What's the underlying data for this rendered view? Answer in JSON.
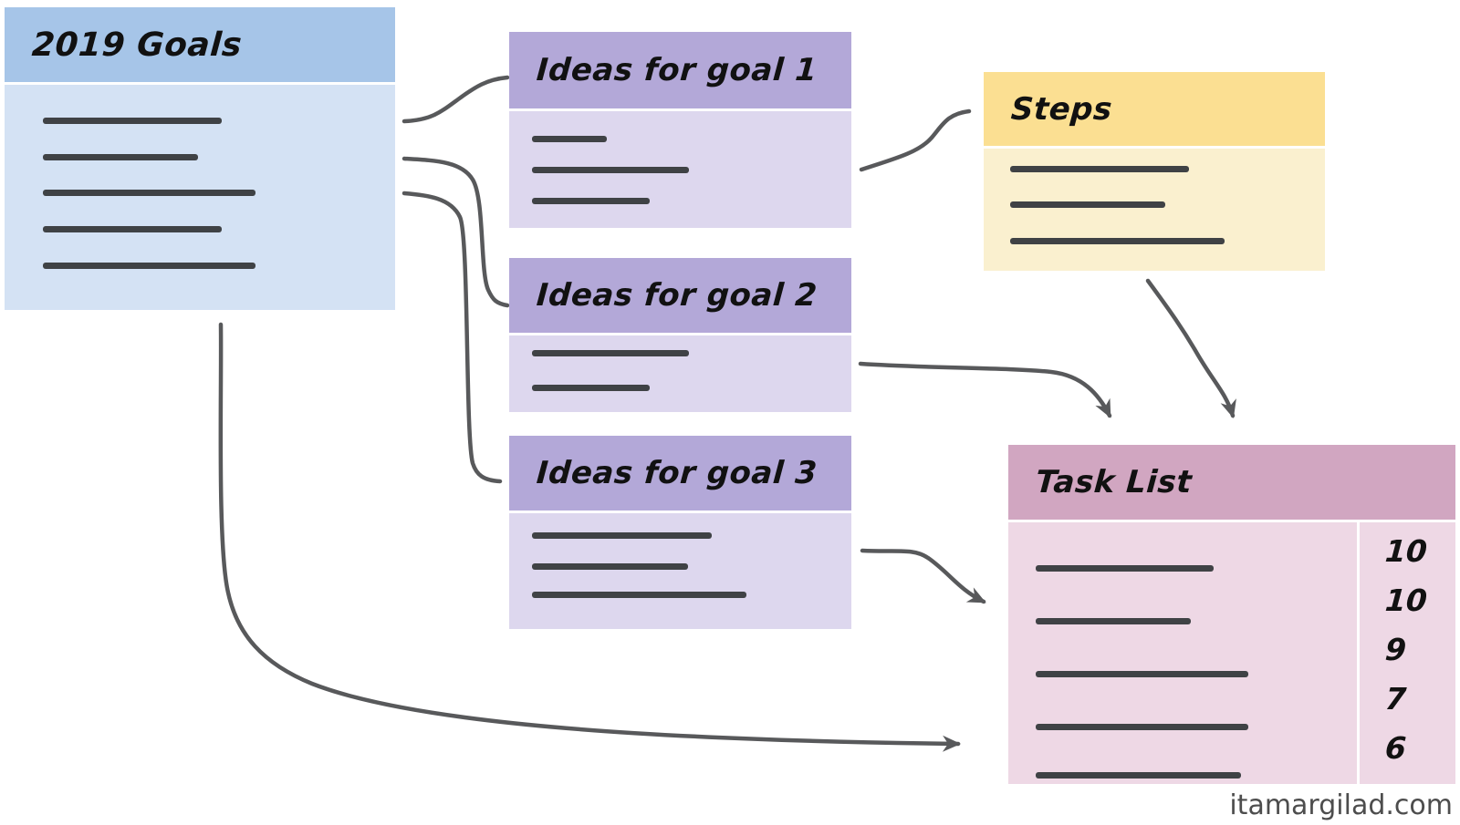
{
  "page": {
    "background": "#ffffff",
    "watermark": "itamargilad.com"
  },
  "colors": {
    "goals_header": "#a6c5e8",
    "goals_body": "#d4e2f4",
    "ideas_header": "#b3a8d8",
    "ideas_body": "#ddd7ee",
    "steps_header": "#fbdf92",
    "steps_body": "#faf0cf",
    "task_header": "#d1a6c1",
    "task_body": "#eed8e5",
    "placeholder_line": "#3f4245",
    "connector": "#58595b",
    "title_text": "#111111"
  },
  "cards": {
    "goals": {
      "title": "2019 Goals",
      "placeholder_line_count": 5
    },
    "idea1": {
      "title": "Ideas for goal 1",
      "placeholder_line_count": 3
    },
    "idea2": {
      "title": "Ideas for goal 2",
      "placeholder_line_count": 2
    },
    "idea3": {
      "title": "Ideas for goal 3",
      "placeholder_line_count": 3
    },
    "steps": {
      "title": "Steps",
      "placeholder_line_count": 3
    },
    "task_list": {
      "title": "Task List",
      "placeholder_line_count": 5,
      "scores": [
        "10",
        "10",
        "9",
        "7",
        "6"
      ]
    }
  },
  "links": [
    {
      "from": "2019 Goals",
      "to": "Ideas for goal 1",
      "arrowhead": false
    },
    {
      "from": "2019 Goals",
      "to": "Ideas for goal 2",
      "arrowhead": false
    },
    {
      "from": "2019 Goals",
      "to": "Ideas for goal 3",
      "arrowhead": false
    },
    {
      "from": "Ideas for goal 1",
      "to": "Steps",
      "arrowhead": false
    },
    {
      "from": "Ideas for goal 2",
      "to": "Task List",
      "arrowhead": true
    },
    {
      "from": "Steps",
      "to": "Task List",
      "arrowhead": true
    },
    {
      "from": "Ideas for goal 3",
      "to": "Task List",
      "arrowhead": true
    },
    {
      "from": "2019 Goals",
      "to": "Task List",
      "arrowhead": true
    }
  ]
}
